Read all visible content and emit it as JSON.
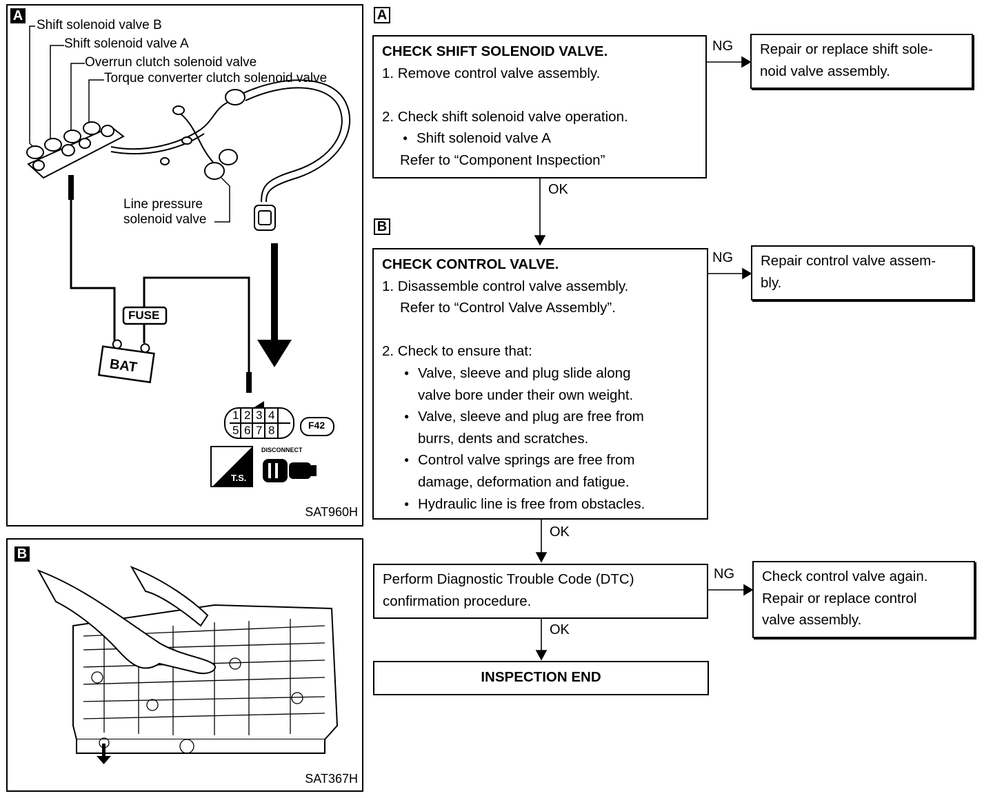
{
  "figure_a": {
    "tag": "A",
    "labels": {
      "ssv_b": "Shift solenoid valve B",
      "ssv_a": "Shift solenoid valve A",
      "overrun": "Overrun clutch solenoid valve",
      "tcc": "Torque converter clutch solenoid valve",
      "line_pressure_1": "Line pressure",
      "line_pressure_2": "solenoid valve",
      "fuse": "FUSE",
      "bat": "BAT",
      "connector_id": "F42",
      "disconnect": "DISCONNECT",
      "ts": "T.S."
    },
    "pins_top": [
      "1",
      "2",
      "3",
      "4"
    ],
    "pins_bottom": [
      "5",
      "6",
      "7",
      "8"
    ],
    "code": "SAT960H"
  },
  "figure_b": {
    "tag": "B",
    "code": "SAT367H"
  },
  "flow": {
    "step_a": {
      "tag": "A",
      "title": "CHECK SHIFT SOLENOID VALVE.",
      "lines": [
        "1. Remove control valve assembly.",
        "2. Check shift solenoid valve operation.",
        "Shift solenoid valve A",
        "Refer to “Component Inspection”"
      ],
      "ng_label": "NG",
      "ng_text_1": "Repair or replace shift sole-",
      "ng_text_2": "noid valve assembly.",
      "ok_label": "OK"
    },
    "step_b": {
      "tag": "B",
      "title": "CHECK CONTROL VALVE.",
      "lines": [
        "1. Disassemble control valve assembly.",
        "Refer to “Control Valve Assembly”.",
        "2. Check to ensure that:"
      ],
      "bullets": [
        [
          "Valve, sleeve and plug slide along",
          "valve bore under their own weight."
        ],
        [
          "Valve, sleeve and plug are free from",
          "burrs, dents and scratches."
        ],
        [
          "Control valve springs are free from",
          "damage, deformation and fatigue."
        ],
        [
          "Hydraulic line is free from obstacles."
        ]
      ],
      "ng_label": "NG",
      "ng_text_1": "Repair control valve assem-",
      "ng_text_2": "bly.",
      "ok_label": "OK"
    },
    "step_dtc": {
      "line_1": "Perform Diagnostic Trouble Code (DTC)",
      "line_2": "confirmation procedure.",
      "ng_label": "NG",
      "ng_text_1": "Check control valve again.",
      "ng_text_2": "Repair or replace control",
      "ng_text_3": "valve assembly.",
      "ok_label": "OK"
    },
    "end": {
      "text": "INSPECTION END"
    }
  }
}
